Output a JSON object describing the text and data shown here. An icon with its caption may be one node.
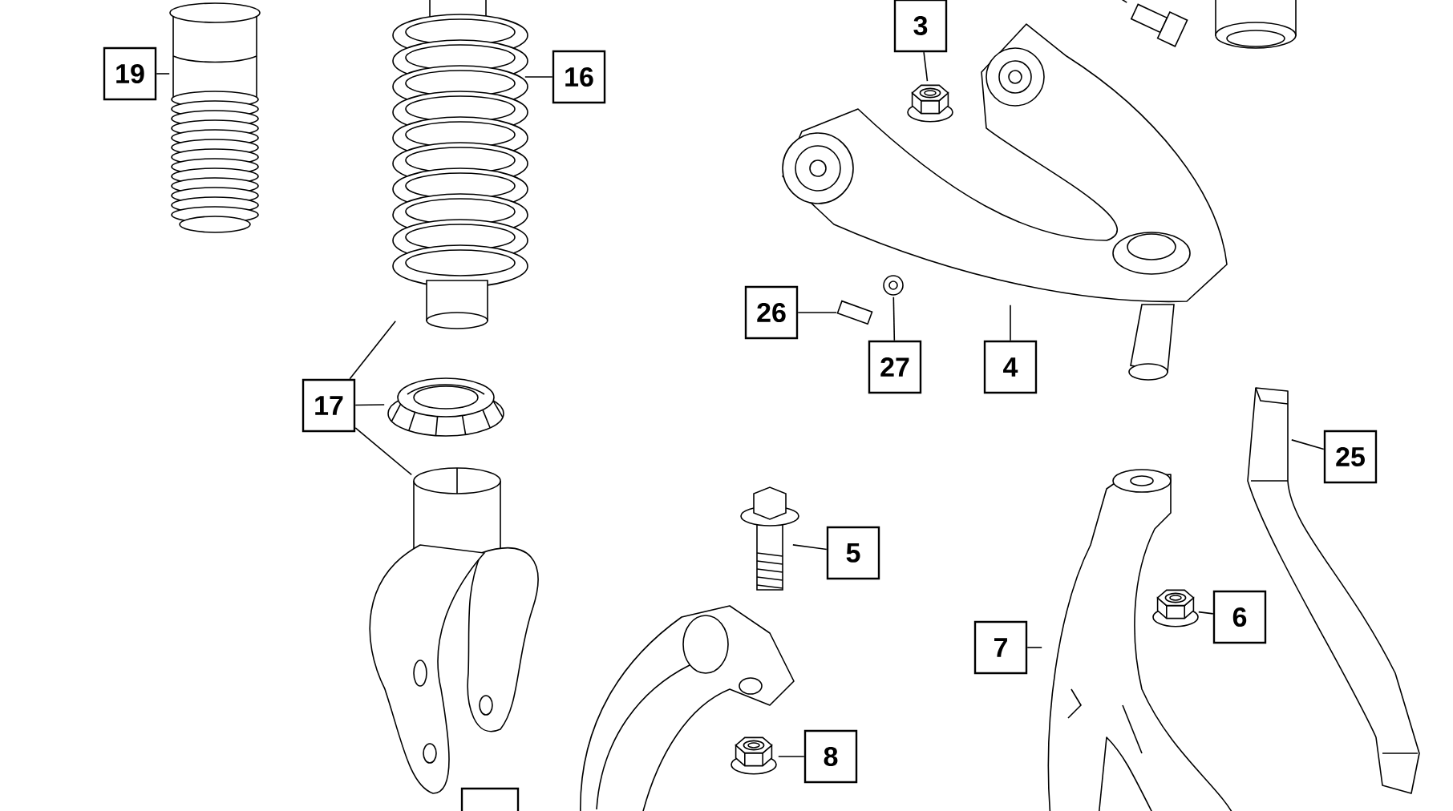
{
  "diagram": {
    "nodes": [
      {
        "text": [
          "19"
        ]
      },
      {
        "text": [],
        "shape": "picture"
      },
      {
        "text": [],
        "shape": "picture"
      },
      {
        "text": [
          "16"
        ]
      },
      {
        "text": [
          "3"
        ]
      },
      {
        "text": [],
        "shape": "picture"
      },
      {
        "text": [],
        "shape": "nut"
      },
      {
        "text": [],
        "shape": "picture"
      },
      {
        "text": [
          "26"
        ]
      },
      {
        "text": [],
        "shape": "picture"
      },
      {
        "text": [],
        "shape": "picture"
      },
      {
        "text": [
          "27"
        ]
      },
      {
        "text": [
          "4"
        ]
      },
      {
        "text": [
          "17"
        ]
      },
      {
        "text": [],
        "shape": "picture"
      },
      {
        "text": [
          "25"
        ]
      },
      {
        "text": [],
        "shape": "picture"
      },
      {
        "text": [],
        "shape": "picture"
      },
      {
        "text": [],
        "shape": "picture"
      },
      {
        "text": [
          "5"
        ]
      },
      {
        "text": [],
        "shape": "nut"
      },
      {
        "text": [
          "6"
        ]
      },
      {
        "text": [
          "7"
        ]
      },
      {
        "text": [],
        "shape": "picture"
      },
      {
        "text": [],
        "shape": "nut"
      },
      {
        "text": [
          "8"
        ]
      }
    ],
    "edges": [
      {
        "from": 0,
        "to": 1,
        "arrow": "none"
      },
      {
        "from": 3,
        "to": 2,
        "arrow": "none"
      },
      {
        "from": 4,
        "to": 6,
        "arrow": "none"
      },
      {
        "from": null,
        "to": 5,
        "arrow": "none"
      },
      {
        "from": 8,
        "to": 9,
        "arrow": "none"
      },
      {
        "from": 11,
        "to": 10,
        "arrow": "none"
      },
      {
        "from": 12,
        "to": 7,
        "arrow": "none"
      },
      {
        "from": 13,
        "to": 2,
        "arrow": "none"
      },
      {
        "from": 13,
        "to": 14,
        "arrow": "none"
      },
      {
        "from": 13,
        "to": 17,
        "arrow": "none"
      },
      {
        "from": 15,
        "to": 16,
        "arrow": "none"
      },
      {
        "from": 19,
        "to": 18,
        "arrow": "none"
      },
      {
        "from": 21,
        "to": 20,
        "arrow": "none"
      },
      {
        "from": 22,
        "to": 23,
        "arrow": "none"
      },
      {
        "from": 25,
        "to": 24,
        "arrow": "none"
      }
    ]
  }
}
